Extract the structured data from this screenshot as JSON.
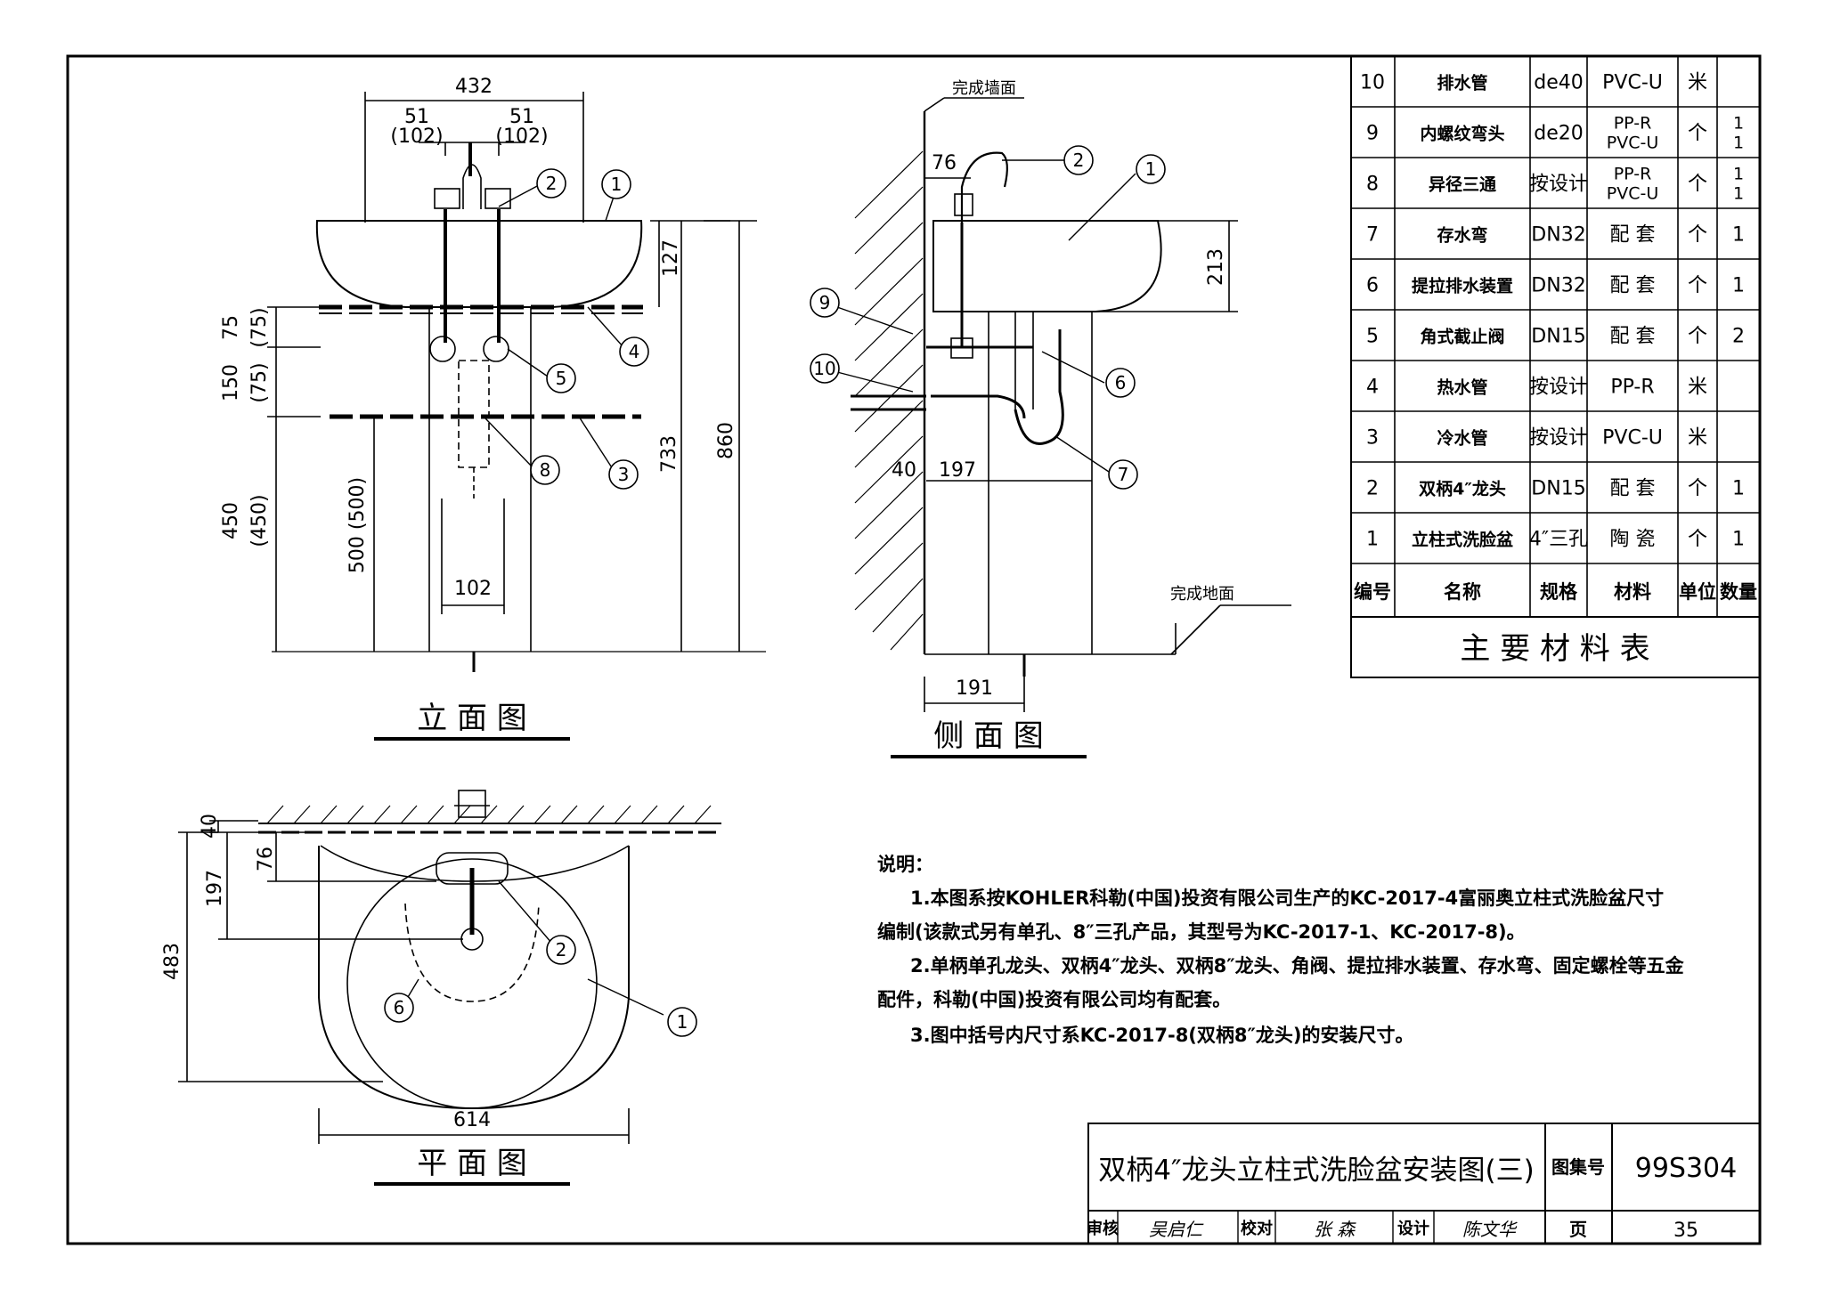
{
  "views": {
    "front_title": "立  面  图",
    "side_title": "侧  面  图",
    "plan_title": "平  面  图"
  },
  "front": {
    "dim_432": "432",
    "dim_51a": "51",
    "dim_102a": "(102)",
    "dim_51b": "51",
    "dim_102b": "(102)",
    "dim_127": "127",
    "dim_75": "75",
    "dim_75p": "(75)",
    "dim_150": "150",
    "dim_75p2": "(75)",
    "dim_450": "450",
    "dim_450p": "(450)",
    "dim_500": "500 (500)",
    "dim_733": "733",
    "dim_860": "860",
    "dim_102": "102"
  },
  "side": {
    "wall_label": "完成墙面",
    "floor_label": "完成地面",
    "dim_76": "76",
    "dim_213": "213",
    "dim_40": "40",
    "dim_197": "197",
    "dim_191": "191"
  },
  "plan": {
    "dim_40": "40",
    "dim_76": "76",
    "dim_197": "197",
    "dim_483": "483",
    "dim_614": "614"
  },
  "callouts": [
    "1",
    "2",
    "3",
    "4",
    "5",
    "6",
    "7",
    "8",
    "9",
    "10"
  ],
  "materials": {
    "caption": "主  要  材  料  表",
    "headers": [
      "编号",
      "名称",
      "规格",
      "材料",
      "单位",
      "数量"
    ],
    "rows": [
      [
        "10",
        "排水管",
        "de40",
        "PVC-U",
        "米",
        ""
      ],
      [
        "9",
        "内螺纹弯头",
        "de20",
        "PP-R\nPVC-U",
        "个",
        "1\n1"
      ],
      [
        "8",
        "异径三通",
        "按设计",
        "PP-R\nPVC-U",
        "个",
        "1\n1"
      ],
      [
        "7",
        "存水弯",
        "DN32",
        "配 套",
        "个",
        "1"
      ],
      [
        "6",
        "提拉排水装置",
        "DN32",
        "配 套",
        "个",
        "1"
      ],
      [
        "5",
        "角式截止阀",
        "DN15",
        "配 套",
        "个",
        "2"
      ],
      [
        "4",
        "热水管",
        "按设计",
        "PP-R",
        "米",
        ""
      ],
      [
        "3",
        "冷水管",
        "按设计",
        "PVC-U",
        "米",
        ""
      ],
      [
        "2",
        "双柄4″龙头",
        "DN15",
        "配 套",
        "个",
        "1"
      ],
      [
        "1",
        "立柱式洗脸盆",
        "4″三孔",
        "陶 瓷",
        "个",
        "1"
      ]
    ]
  },
  "notes": {
    "heading": "说明：",
    "line1": "1.本图系按KOHLER科勒(中国)投资有限公司生产的KC-2017-4富丽奥立柱式洗脸盆尺寸",
    "line2": "编制(该款式另有单孔、8″三孔产品，其型号为KC-2017-1、KC-2017-8)。",
    "line3": "2.单柄单孔龙头、双柄4″龙头、双柄8″龙头、角阀、提拉排水装置、存水弯、固定螺栓等五金",
    "line4": "配件，科勒(中国)投资有限公司均有配套。",
    "line5": "3.图中括号内尺寸系KC-2017-8(双柄8″龙头)的安装尺寸。"
  },
  "title_block": {
    "title": "双柄4″龙头立柱式洗脸盆安装图(三)",
    "atlas_label": "图集号",
    "atlas_no": "99S304",
    "review_label": "审核",
    "review_sig": "吴启仁",
    "check_label": "校对",
    "check_sig": "张 森",
    "design_label": "设计",
    "design_sig": "陈文华",
    "page_label": "页",
    "page_no": "35"
  }
}
